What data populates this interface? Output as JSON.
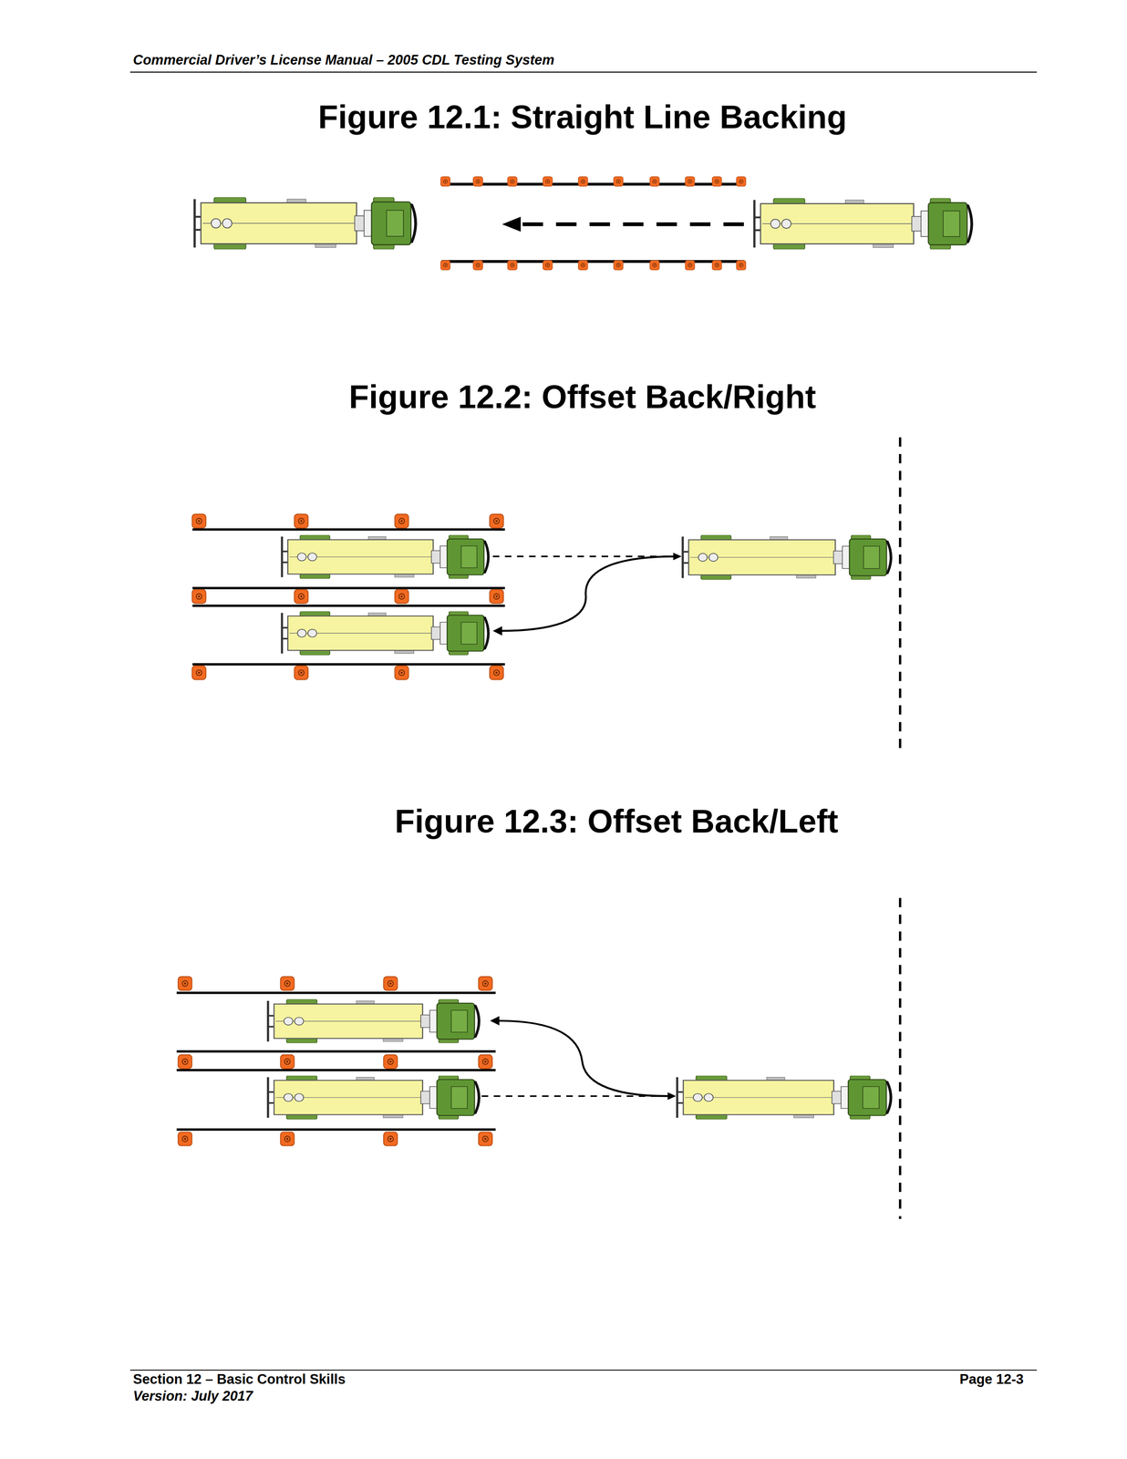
{
  "diagram": {
    "labels": [
      "Commercial Driver’s License Manual – 2005 CDL Testing System",
      "Figure 12.1: Straight Line Backing",
      "Figure 12.2: Offset Back/Right",
      "Figure 12.3: Offset Back/Left",
      "Section 12 – Basic Control Skills",
      "Version: July 2017",
      "Page 12-3"
    ]
  }
}
